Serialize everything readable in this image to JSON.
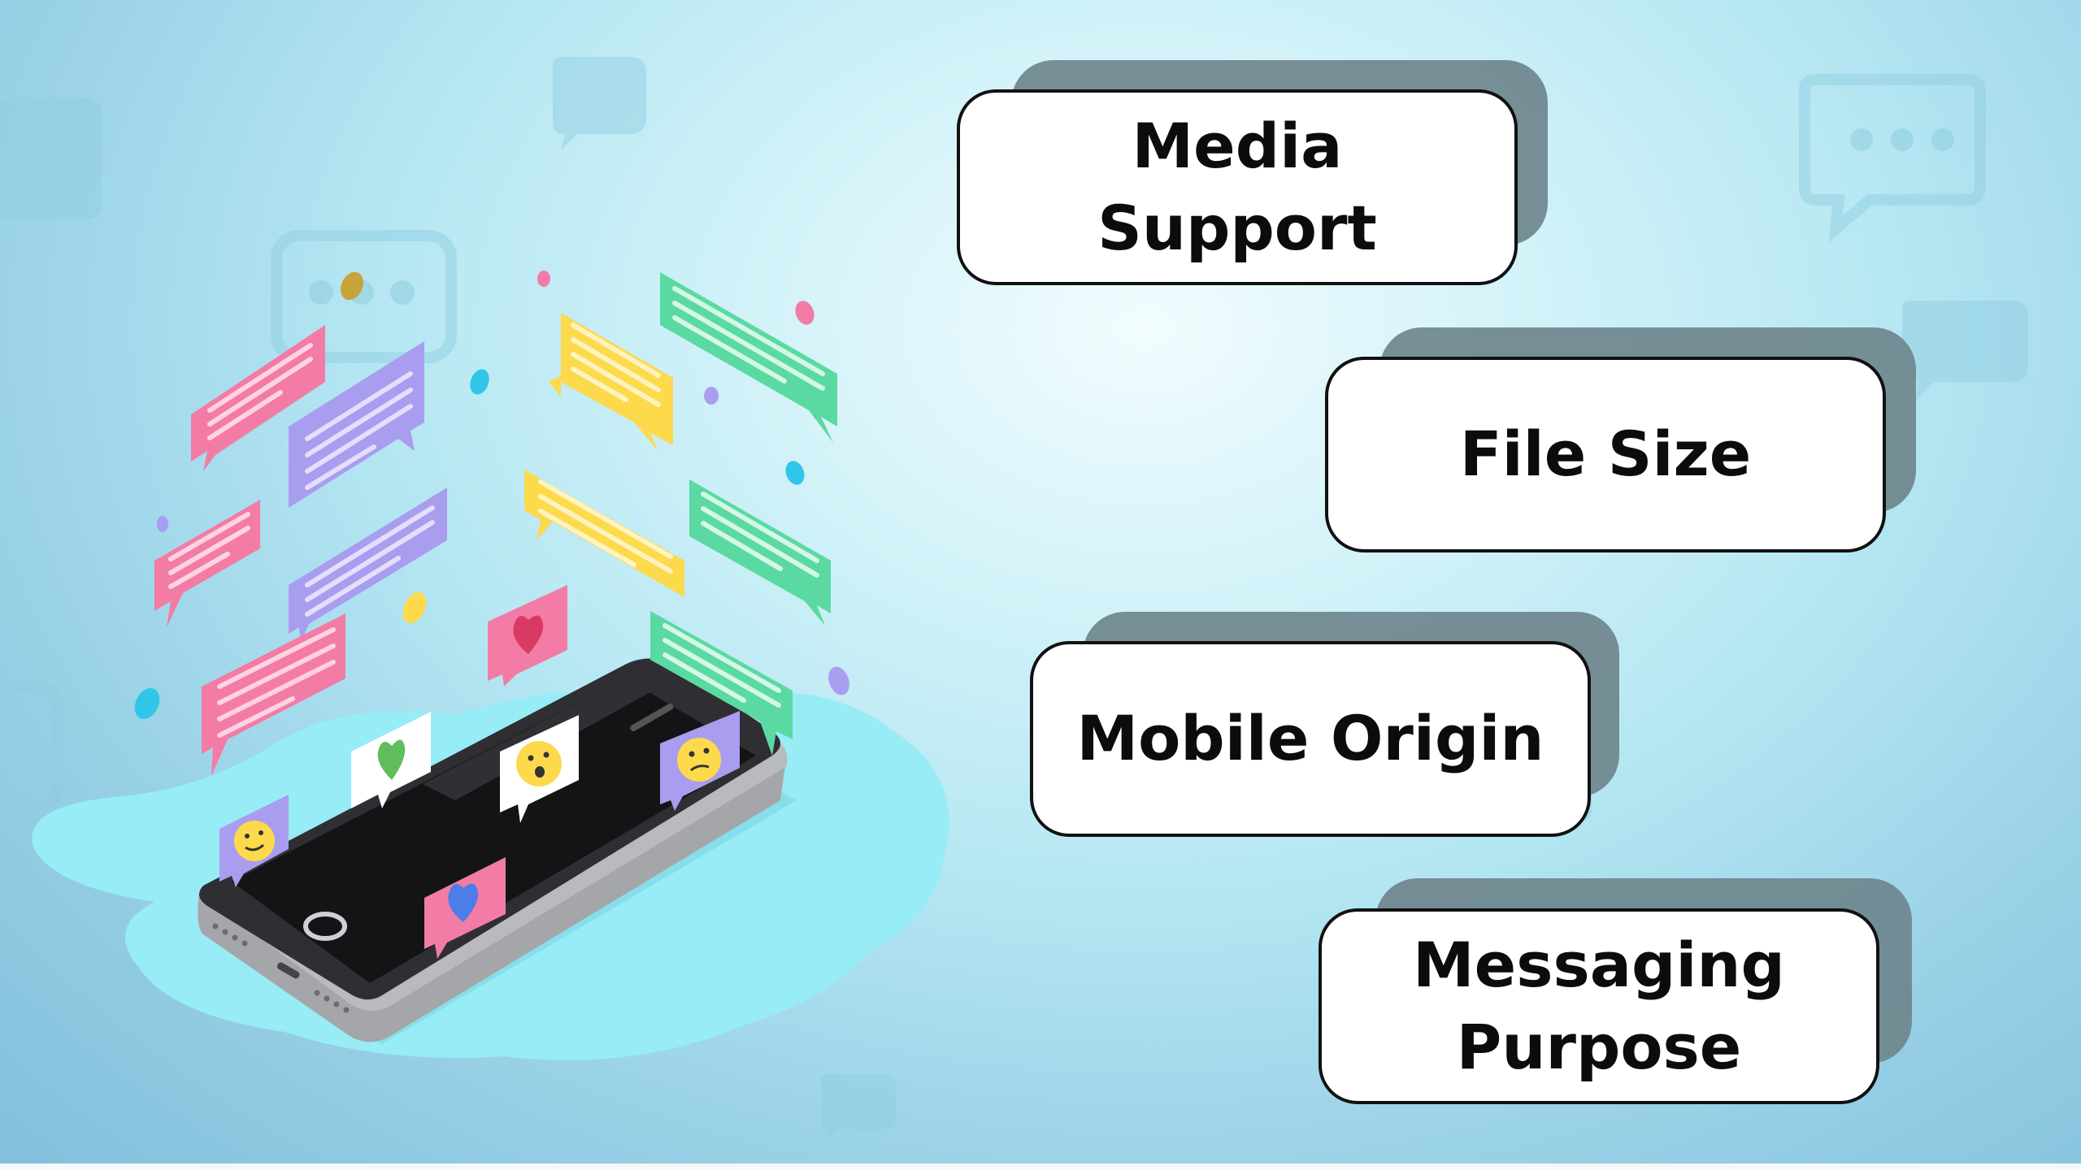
{
  "features": [
    {
      "label": "Media Support"
    },
    {
      "label": "File Size"
    },
    {
      "label": "Mobile Origin"
    },
    {
      "label": "Messaging Purpose"
    }
  ],
  "illustration": {
    "icon": "smartphone-with-chat-bubbles-icon",
    "colors": {
      "pink": "#f27ca6",
      "purple": "#a99df0",
      "yellow": "#fdd94c",
      "green": "#5bd9a2",
      "phone_body": "#2f2f33",
      "phone_frame": "#c9c9cc",
      "splash": "#97ecf6"
    }
  },
  "colors": {
    "card_fill": "#ffffff",
    "card_border": "#111111",
    "card_shadow": "#6f878e",
    "text": "#0c0c0c"
  }
}
